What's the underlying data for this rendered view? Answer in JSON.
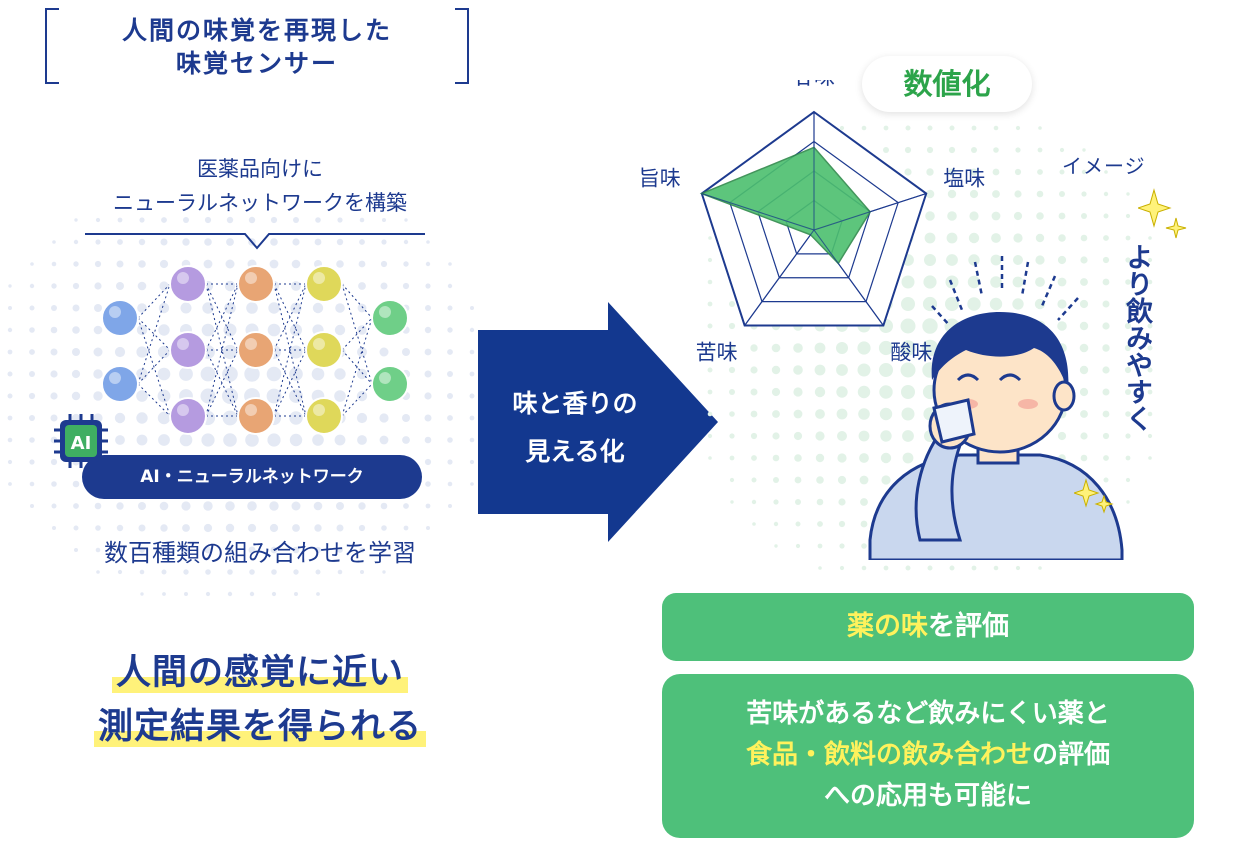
{
  "title": {
    "line1": "人間の味覚を再現した",
    "line2": "味覚センサー"
  },
  "left": {
    "nn_caption_line1": "医薬品向けに",
    "nn_caption_line2": "ニューラルネットワークを構築",
    "ai_chip_label": "AI",
    "ai_bar_label": "AI・ニューラルネットワーク",
    "learn_text": "数百種類の組み合わせを学習",
    "result_line1": "人間の感覚に近い",
    "result_line2": "測定結果を得られる"
  },
  "arrow": {
    "line1": "味と香りの",
    "line2": "見える化"
  },
  "right": {
    "badge": "数値化",
    "image_label": "イメージ",
    "easy_text": "より飲みやすく",
    "eval_hl": "薬の味",
    "eval_rest": "を評価",
    "app_line1": "苦味があるなど飲みにくい薬と",
    "app_line2_hl": "食品・飲料の飲み合わせ",
    "app_line2_rest": "の評価",
    "app_line3": "への応用も可能に"
  },
  "chart_data": {
    "type": "radar",
    "axes": [
      "甘味",
      "塩味",
      "酸味",
      "苦味",
      "旨味"
    ],
    "values": [
      0.7,
      0.5,
      0.35,
      0.05,
      1.0
    ],
    "fill_color": "#4cbf6e",
    "line_color": "#1d3a8f"
  },
  "colors": {
    "navy": "#1d3a8f",
    "green": "#4ec07a",
    "highlight": "#fff25c",
    "badge_green": "#2ca44a"
  }
}
